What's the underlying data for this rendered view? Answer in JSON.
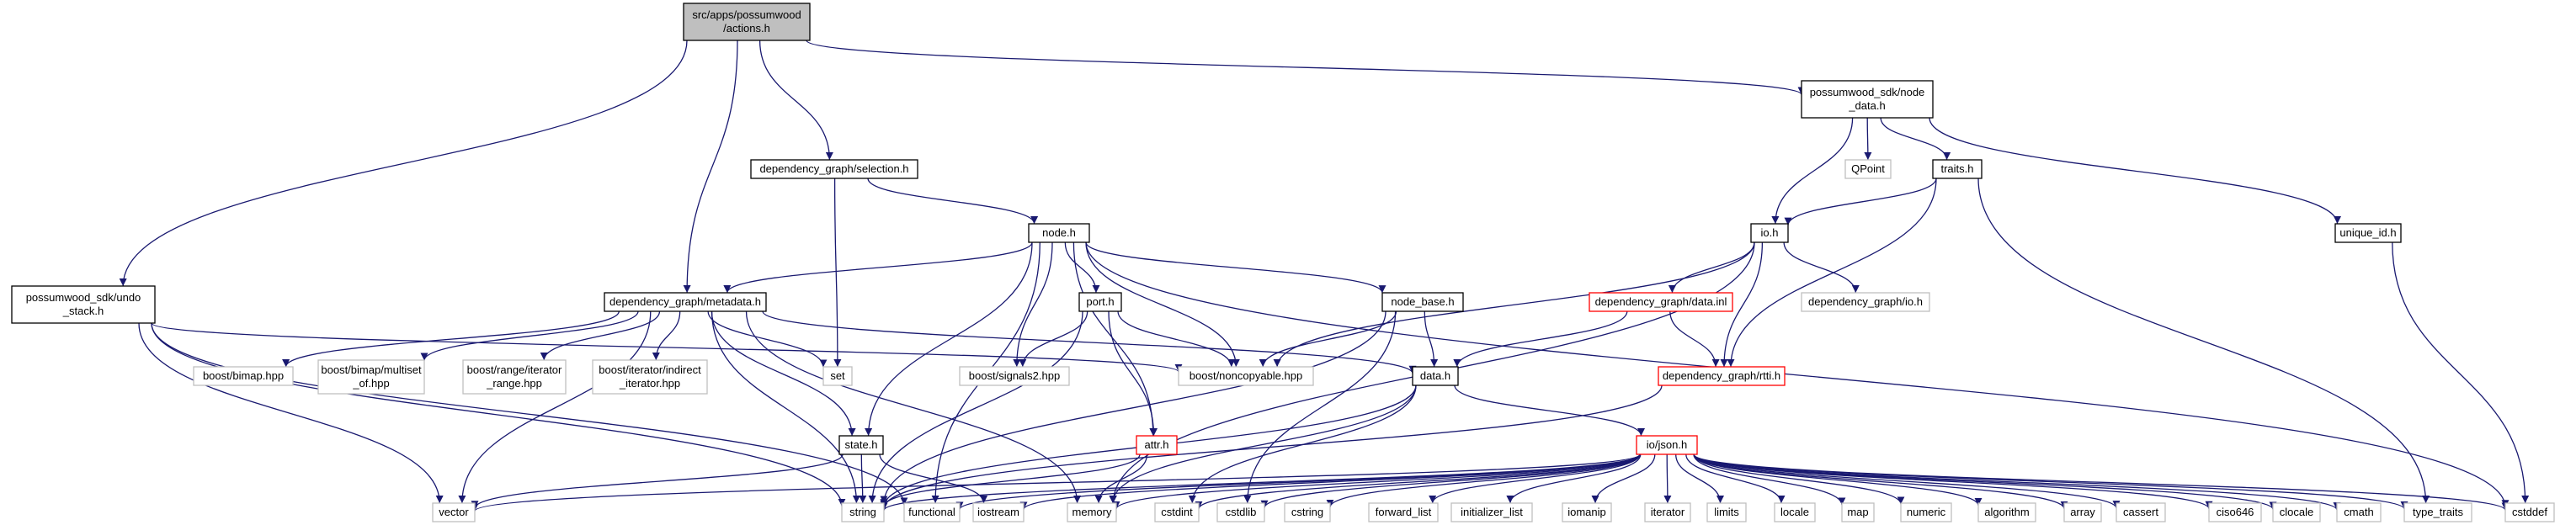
{
  "colors": {
    "edge": "#191970",
    "root_fill": "#bfbfbf",
    "border_normal": "#000000",
    "border_truncated": "#ff0000",
    "border_external": "#bfbfbf"
  },
  "nodes": [
    {
      "id": "actions",
      "lines": [
        "src/apps/possumwood",
        "/actions.h"
      ],
      "style": "root",
      "name": "node-actions-h"
    },
    {
      "id": "undo_stack",
      "lines": [
        "possumwood_sdk/undo",
        "_stack.h"
      ],
      "style": "normal",
      "name": "node-undo-stack-h"
    },
    {
      "id": "metadata",
      "lines": [
        "dependency_graph/metadata.h"
      ],
      "style": "normal",
      "name": "node-metadata-h"
    },
    {
      "id": "selection",
      "lines": [
        "dependency_graph/selection.h"
      ],
      "style": "normal",
      "name": "node-selection-h"
    },
    {
      "id": "node_data",
      "lines": [
        "possumwood_sdk/node",
        "_data.h"
      ],
      "style": "normal",
      "name": "node-node-data-h"
    },
    {
      "id": "node_h",
      "lines": [
        "node.h"
      ],
      "style": "normal",
      "name": "node-node-h"
    },
    {
      "id": "port_h",
      "lines": [
        "port.h"
      ],
      "style": "normal",
      "name": "node-port-h"
    },
    {
      "id": "node_base",
      "lines": [
        "node_base.h"
      ],
      "style": "normal",
      "name": "node-node-base-h"
    },
    {
      "id": "data_h",
      "lines": [
        "data.h"
      ],
      "style": "normal",
      "name": "node-data-h"
    },
    {
      "id": "state_h",
      "lines": [
        "state.h"
      ],
      "style": "normal",
      "name": "node-state-h"
    },
    {
      "id": "attr_h",
      "lines": [
        "attr.h"
      ],
      "style": "truncated",
      "name": "node-attr-h"
    },
    {
      "id": "io_json",
      "lines": [
        "io/json.h"
      ],
      "style": "truncated",
      "name": "node-io-json-h"
    },
    {
      "id": "io_h",
      "lines": [
        "io.h"
      ],
      "style": "normal",
      "name": "node-io-h"
    },
    {
      "id": "traits_h",
      "lines": [
        "traits.h"
      ],
      "style": "normal",
      "name": "node-traits-h"
    },
    {
      "id": "unique_id",
      "lines": [
        "unique_id.h"
      ],
      "style": "normal",
      "name": "node-unique-id-h"
    },
    {
      "id": "qpoint",
      "lines": [
        "QPoint"
      ],
      "style": "external",
      "name": "node-qpoint"
    },
    {
      "id": "data_inl",
      "lines": [
        "dependency_graph/data.inl"
      ],
      "style": "truncated",
      "name": "node-data-inl"
    },
    {
      "id": "rtti_h",
      "lines": [
        "dependency_graph/rtti.h"
      ],
      "style": "truncated",
      "name": "node-rtti-h"
    },
    {
      "id": "dg_io",
      "lines": [
        "dependency_graph/io.h"
      ],
      "style": "external",
      "name": "node-dg-io-h"
    },
    {
      "id": "bimap",
      "lines": [
        "boost/bimap.hpp"
      ],
      "style": "external",
      "name": "node-boost-bimap"
    },
    {
      "id": "bimap_multiset",
      "lines": [
        "boost/bimap/multiset",
        "_of.hpp"
      ],
      "style": "external",
      "name": "node-boost-bimap-multiset"
    },
    {
      "id": "iterator_range",
      "lines": [
        "boost/range/iterator",
        "_range.hpp"
      ],
      "style": "external",
      "name": "node-boost-iterator-range"
    },
    {
      "id": "indirect_iter",
      "lines": [
        "boost/iterator/indirect",
        "_iterator.hpp"
      ],
      "style": "external",
      "name": "node-boost-indirect-iterator"
    },
    {
      "id": "set",
      "lines": [
        "set"
      ],
      "style": "external",
      "name": "node-set"
    },
    {
      "id": "signals2",
      "lines": [
        "boost/signals2.hpp"
      ],
      "style": "external",
      "name": "node-boost-signals2"
    },
    {
      "id": "noncopyable",
      "lines": [
        "boost/noncopyable.hpp"
      ],
      "style": "external",
      "name": "node-boost-noncopyable"
    },
    {
      "id": "vector",
      "lines": [
        "vector"
      ],
      "style": "external",
      "name": "node-vector"
    },
    {
      "id": "string",
      "lines": [
        "string"
      ],
      "style": "external",
      "name": "node-string"
    },
    {
      "id": "functional",
      "lines": [
        "functional"
      ],
      "style": "external",
      "name": "node-functional"
    },
    {
      "id": "iostream",
      "lines": [
        "iostream"
      ],
      "style": "external",
      "name": "node-iostream"
    },
    {
      "id": "memory",
      "lines": [
        "memory"
      ],
      "style": "external",
      "name": "node-memory"
    },
    {
      "id": "cstdint",
      "lines": [
        "cstdint"
      ],
      "style": "external",
      "name": "node-cstdint"
    },
    {
      "id": "cstdlib",
      "lines": [
        "cstdlib"
      ],
      "style": "external",
      "name": "node-cstdlib"
    },
    {
      "id": "cstring",
      "lines": [
        "cstring"
      ],
      "style": "external",
      "name": "node-cstring"
    },
    {
      "id": "forward_list",
      "lines": [
        "forward_list"
      ],
      "style": "external",
      "name": "node-forward-list"
    },
    {
      "id": "initializer_list",
      "lines": [
        "initializer_list"
      ],
      "style": "external",
      "name": "node-initializer-list"
    },
    {
      "id": "iomanip",
      "lines": [
        "iomanip"
      ],
      "style": "external",
      "name": "node-iomanip"
    },
    {
      "id": "iterator",
      "lines": [
        "iterator"
      ],
      "style": "external",
      "name": "node-iterator"
    },
    {
      "id": "limits",
      "lines": [
        "limits"
      ],
      "style": "external",
      "name": "node-limits"
    },
    {
      "id": "locale",
      "lines": [
        "locale"
      ],
      "style": "external",
      "name": "node-locale"
    },
    {
      "id": "map",
      "lines": [
        "map"
      ],
      "style": "external",
      "name": "node-map"
    },
    {
      "id": "numeric",
      "lines": [
        "numeric"
      ],
      "style": "external",
      "name": "node-numeric"
    },
    {
      "id": "algorithm",
      "lines": [
        "algorithm"
      ],
      "style": "external",
      "name": "node-algorithm"
    },
    {
      "id": "array",
      "lines": [
        "array"
      ],
      "style": "external",
      "name": "node-array"
    },
    {
      "id": "cassert",
      "lines": [
        "cassert"
      ],
      "style": "external",
      "name": "node-cassert"
    },
    {
      "id": "ciso646",
      "lines": [
        "ciso646"
      ],
      "style": "external",
      "name": "node-ciso646"
    },
    {
      "id": "clocale",
      "lines": [
        "clocale"
      ],
      "style": "external",
      "name": "node-clocale"
    },
    {
      "id": "cmath",
      "lines": [
        "cmath"
      ],
      "style": "external",
      "name": "node-cmath"
    },
    {
      "id": "type_traits",
      "lines": [
        "type_traits"
      ],
      "style": "external",
      "name": "node-type-traits"
    },
    {
      "id": "cstddef",
      "lines": [
        "cstddef"
      ],
      "style": "external",
      "name": "node-cstddef"
    }
  ],
  "edges": [
    [
      "actions",
      "undo_stack"
    ],
    [
      "actions",
      "metadata"
    ],
    [
      "actions",
      "selection"
    ],
    [
      "actions",
      "node_data"
    ],
    [
      "undo_stack",
      "noncopyable"
    ],
    [
      "undo_stack",
      "vector"
    ],
    [
      "undo_stack",
      "string"
    ],
    [
      "undo_stack",
      "functional"
    ],
    [
      "metadata",
      "bimap"
    ],
    [
      "metadata",
      "bimap_multiset"
    ],
    [
      "metadata",
      "iterator_range"
    ],
    [
      "metadata",
      "indirect_iter"
    ],
    [
      "metadata",
      "set"
    ],
    [
      "metadata",
      "state_h"
    ],
    [
      "metadata",
      "data_h"
    ],
    [
      "metadata",
      "vector"
    ],
    [
      "metadata",
      "string"
    ],
    [
      "metadata",
      "memory"
    ],
    [
      "selection",
      "set"
    ],
    [
      "selection",
      "node_h"
    ],
    [
      "node_h",
      "metadata"
    ],
    [
      "node_h",
      "port_h"
    ],
    [
      "node_h",
      "node_base"
    ],
    [
      "node_h",
      "signals2"
    ],
    [
      "node_h",
      "noncopyable"
    ],
    [
      "node_h",
      "state_h"
    ],
    [
      "node_h",
      "attr_h"
    ],
    [
      "node_h",
      "functional"
    ],
    [
      "node_h",
      "cstddef"
    ],
    [
      "port_h",
      "signals2"
    ],
    [
      "port_h",
      "noncopyable"
    ],
    [
      "port_h",
      "attr_h"
    ],
    [
      "port_h",
      "string"
    ],
    [
      "node_base",
      "data_h"
    ],
    [
      "node_base",
      "noncopyable"
    ],
    [
      "node_base",
      "string"
    ],
    [
      "node_base",
      "cstdlib"
    ],
    [
      "state_h",
      "vector"
    ],
    [
      "state_h",
      "string"
    ],
    [
      "state_h",
      "iostream"
    ],
    [
      "attr_h",
      "string"
    ],
    [
      "attr_h",
      "memory"
    ],
    [
      "data_h",
      "io_json"
    ],
    [
      "data_h",
      "memory"
    ],
    [
      "data_h",
      "string"
    ],
    [
      "data_h",
      "cstdint"
    ],
    [
      "io_json",
      "vector"
    ],
    [
      "io_json",
      "string"
    ],
    [
      "io_json",
      "functional"
    ],
    [
      "io_json",
      "iostream"
    ],
    [
      "io_json",
      "memory"
    ],
    [
      "io_json",
      "cstdint"
    ],
    [
      "io_json",
      "cstdlib"
    ],
    [
      "io_json",
      "cstring"
    ],
    [
      "io_json",
      "forward_list"
    ],
    [
      "io_json",
      "initializer_list"
    ],
    [
      "io_json",
      "iomanip"
    ],
    [
      "io_json",
      "iterator"
    ],
    [
      "io_json",
      "limits"
    ],
    [
      "io_json",
      "locale"
    ],
    [
      "io_json",
      "map"
    ],
    [
      "io_json",
      "numeric"
    ],
    [
      "io_json",
      "algorithm"
    ],
    [
      "io_json",
      "array"
    ],
    [
      "io_json",
      "cassert"
    ],
    [
      "io_json",
      "ciso646"
    ],
    [
      "io_json",
      "clocale"
    ],
    [
      "io_json",
      "cmath"
    ],
    [
      "io_json",
      "type_traits"
    ],
    [
      "io_json",
      "cstddef"
    ],
    [
      "node_data",
      "qpoint"
    ],
    [
      "node_data",
      "traits_h"
    ],
    [
      "node_data",
      "io_h"
    ],
    [
      "node_data",
      "unique_id"
    ],
    [
      "traits_h",
      "io_h"
    ],
    [
      "traits_h",
      "rtti_h"
    ],
    [
      "traits_h",
      "type_traits"
    ],
    [
      "io_h",
      "data_inl"
    ],
    [
      "io_h",
      "rtti_h"
    ],
    [
      "io_h",
      "dg_io"
    ],
    [
      "io_h",
      "noncopyable"
    ],
    [
      "io_h",
      "memory"
    ],
    [
      "data_inl",
      "data_h"
    ],
    [
      "data_inl",
      "rtti_h"
    ],
    [
      "rtti_h",
      "string"
    ],
    [
      "unique_id",
      "cstddef"
    ]
  ]
}
